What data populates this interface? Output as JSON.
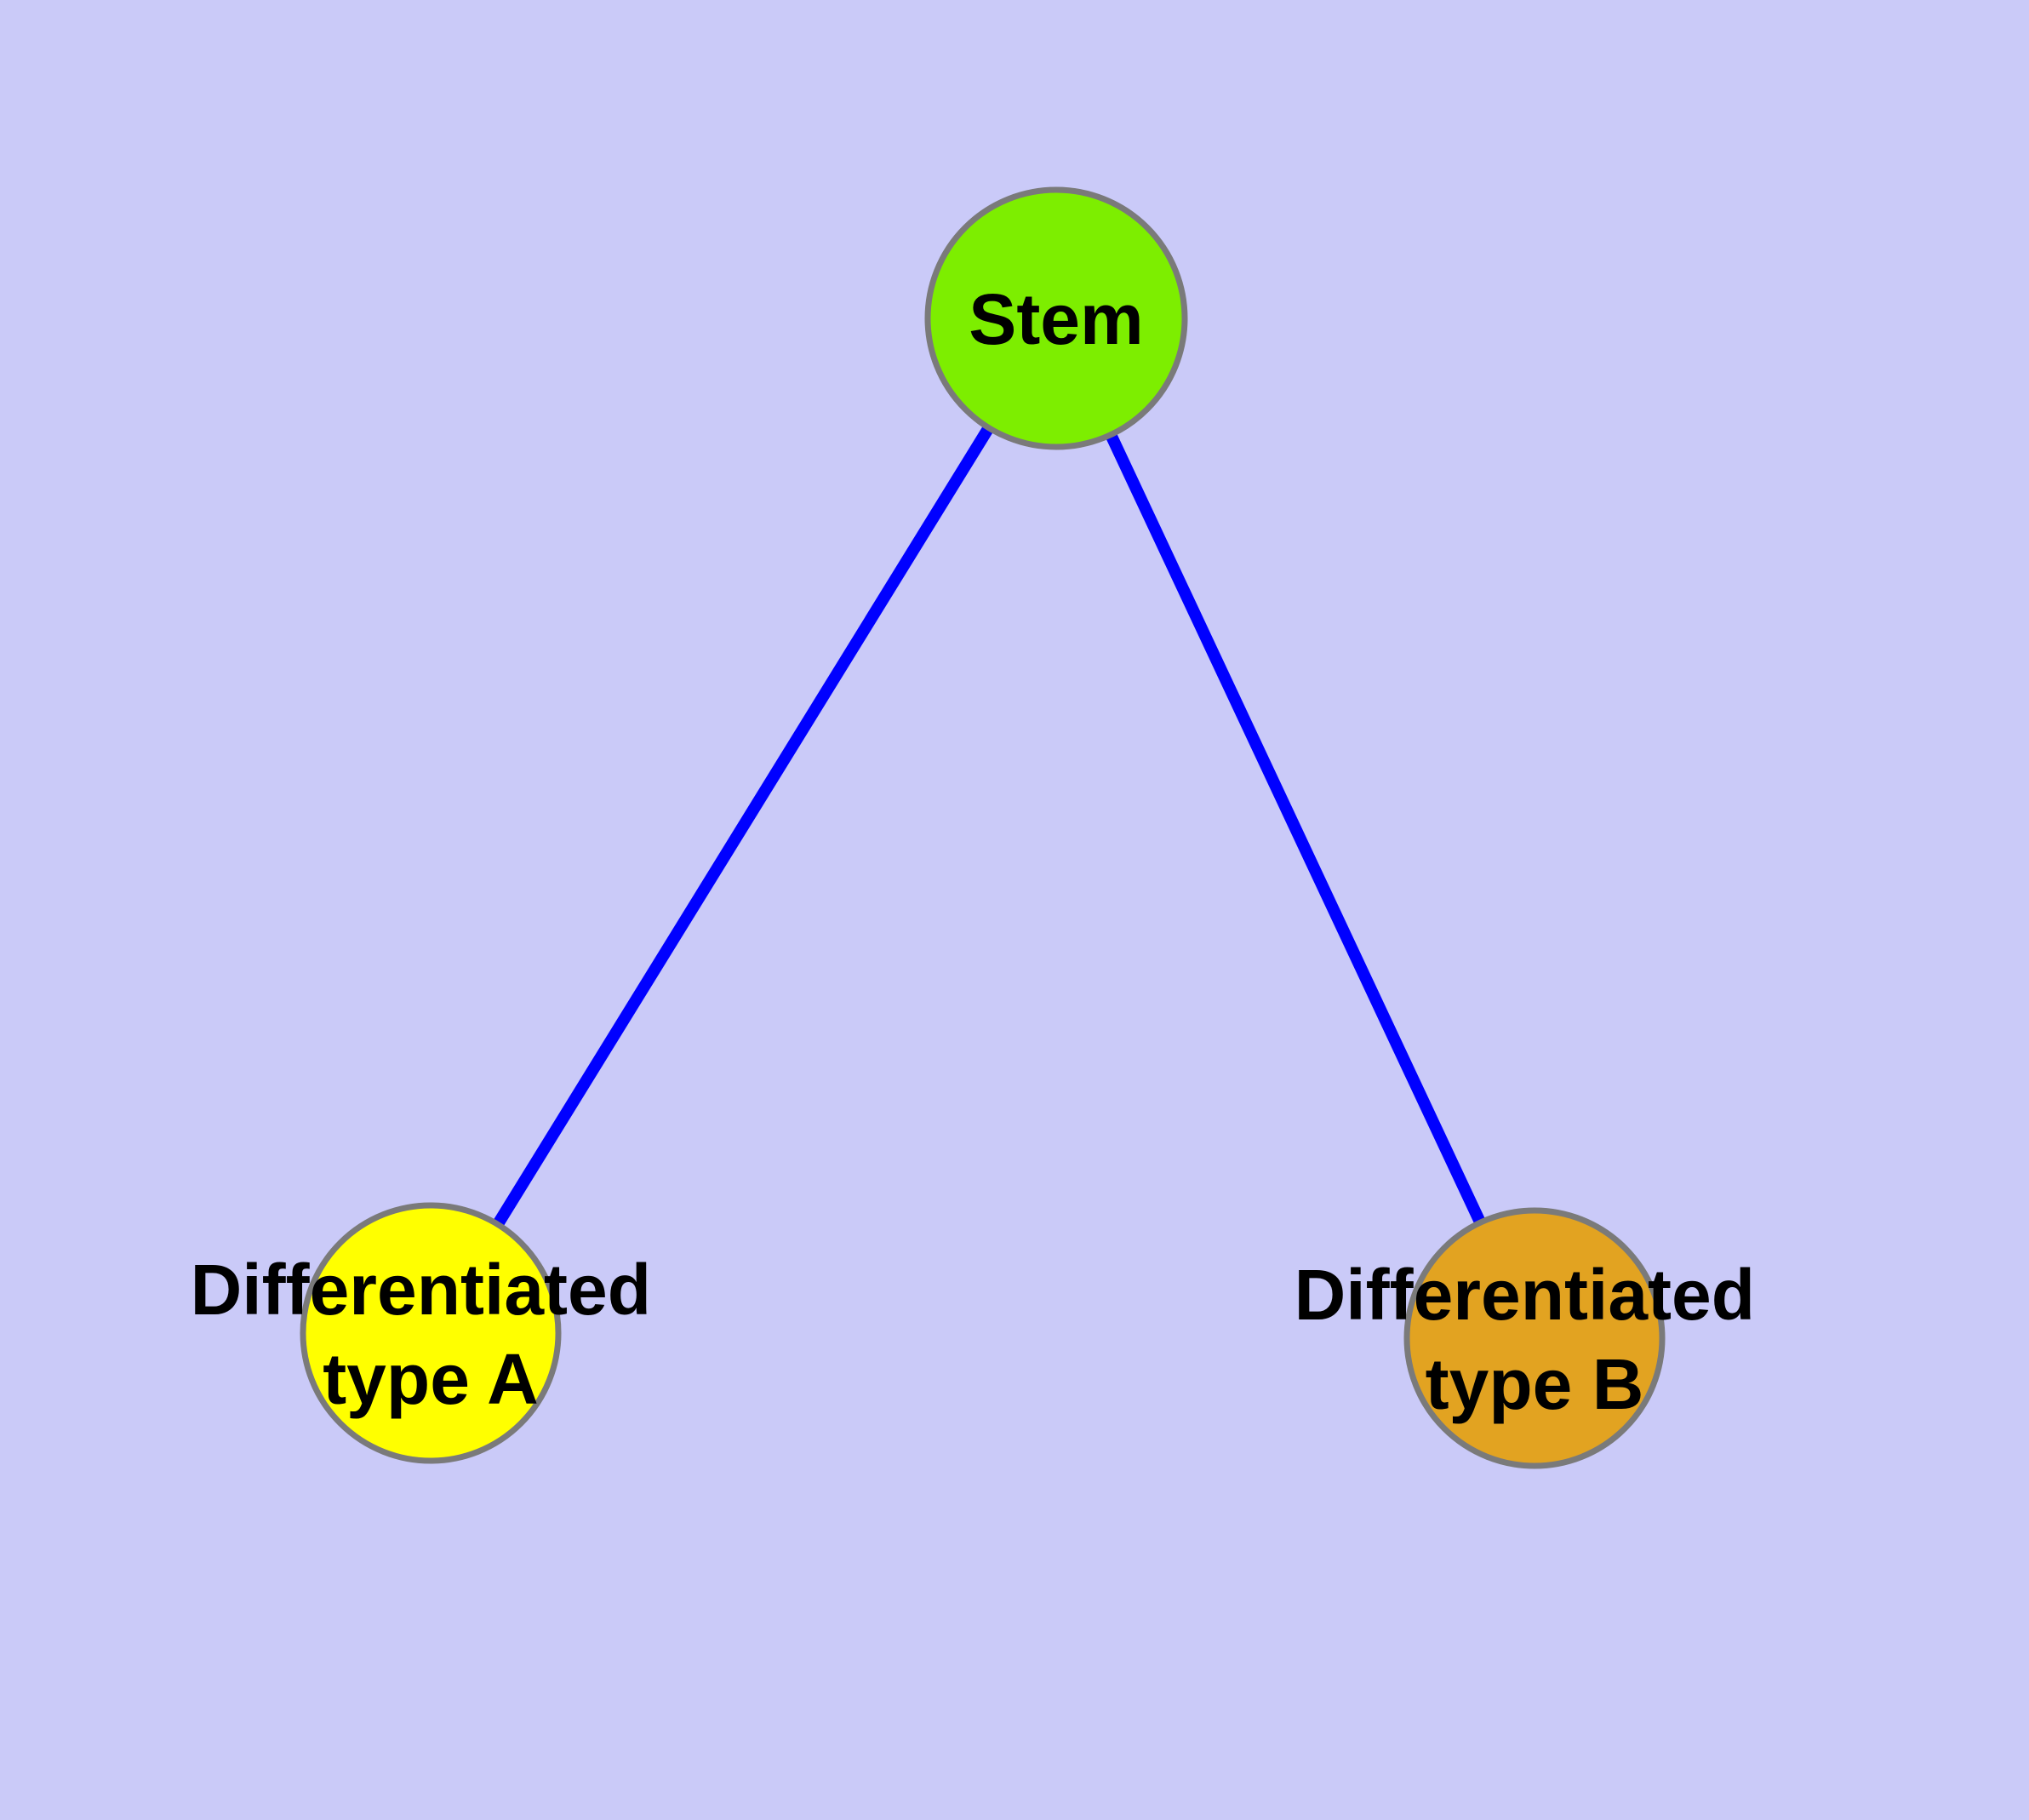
{
  "diagram": {
    "type": "graph",
    "description": "Stem cell differentiation diagram: one stem node branching to two differentiated cell type nodes",
    "background_color": "#CACAF8",
    "edge_color": "#0000FF",
    "node_border_color": "#7A7A7A",
    "label_color": "#000000",
    "nodes": [
      {
        "id": "stem",
        "label": "Stem",
        "label_line1": "Stem",
        "label_line2": "",
        "fill": "#7DEE00"
      },
      {
        "id": "type-a",
        "label": "Differentiated type A",
        "label_line1": "Differentiated",
        "label_line2": "type A",
        "fill": "#FFFF00"
      },
      {
        "id": "type-b",
        "label": "Differentiated type B",
        "label_line1": "Differentiated",
        "label_line2": "type B",
        "fill": "#E2A321"
      }
    ],
    "edges": [
      {
        "from": "Stem",
        "to": "Differentiated type A"
      },
      {
        "from": "Stem",
        "to": "Differentiated type B"
      }
    ]
  }
}
